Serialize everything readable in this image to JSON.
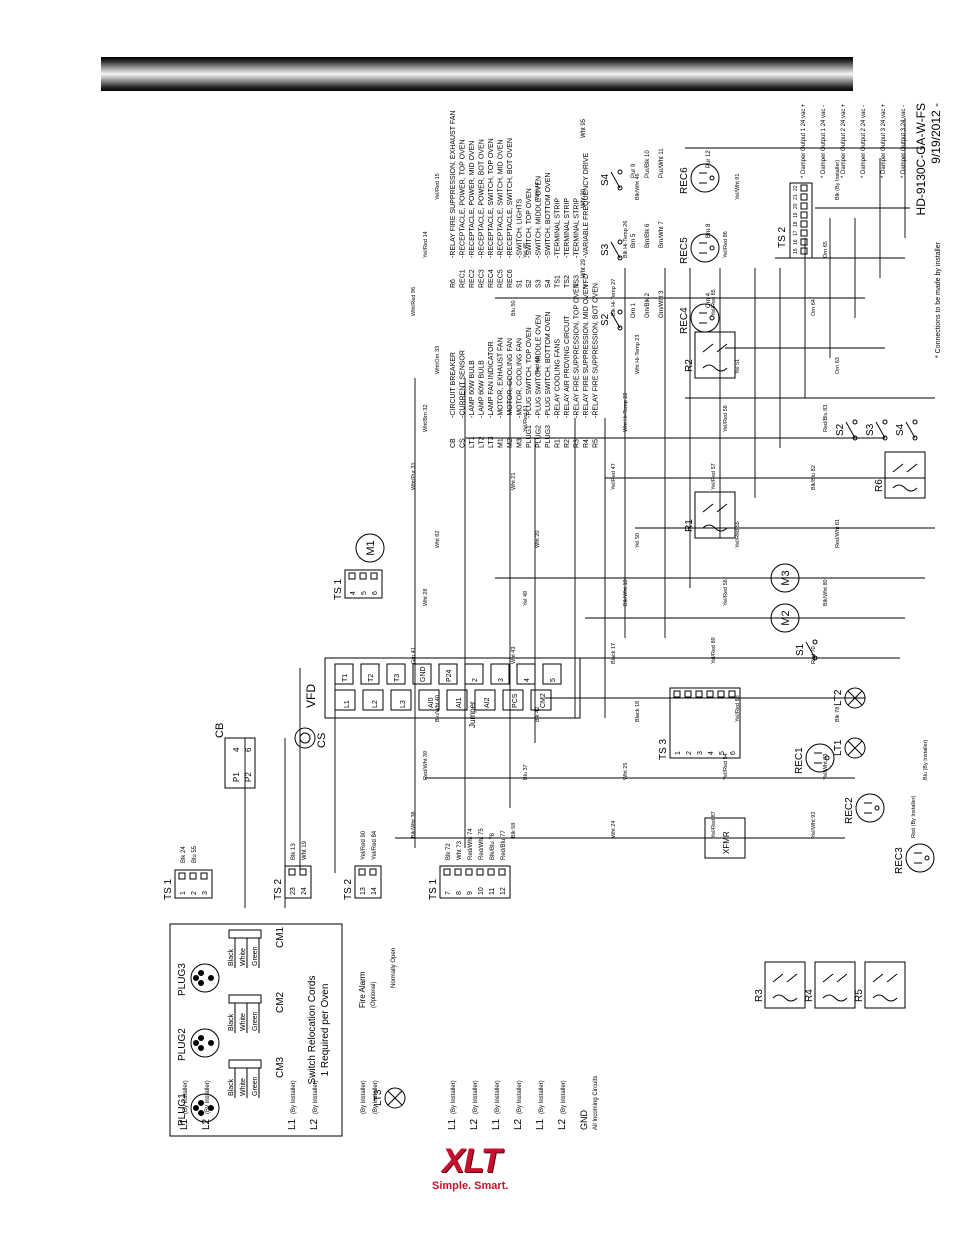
{
  "diagram": {
    "drawing_id": "HD-9130C-GA-W-FS",
    "date": "9/19/2012 -",
    "installer_note": "* Connections to be made by installer",
    "legend_left": [
      [
        "CB",
        "-CIRCUIT BREAKER"
      ],
      [
        "CS",
        "-CURRENT SENSOR"
      ],
      [
        "LT1",
        "-LAMP 60W BULB"
      ],
      [
        "LT2",
        "-LAMP 60W BULB"
      ],
      [
        "LT3",
        "-LAMP FAN INDICATOR"
      ],
      [
        "M1",
        "-MOTOR, EXHAUST FAN"
      ],
      [
        "M2",
        "-MOTOR, COOLING FAN"
      ],
      [
        "M3",
        "-MOTOR, COOLING FAN"
      ],
      [
        "PLUG1",
        "-PLUG SWITCH, TOP OVEN"
      ],
      [
        "PLUG2",
        "-PLUG SWITCH, MIDDLE OVEN"
      ],
      [
        "PLUG3",
        "-PLUG SWITCH, BOTTOM OVEN"
      ],
      [
        "R1",
        "-RELAY COOLING FANS"
      ],
      [
        "R2",
        "-RELAY AIR PROVING CIRCUIT"
      ],
      [
        "R3",
        "-RELAY FIRE SUPPRESSION, TOP OVEN"
      ],
      [
        "R4",
        "-RELAY FIRE SUPPRESSION, MID OVEN"
      ],
      [
        "R5",
        "-RELAY FIRE SUPPRESSION, BOT OVEN"
      ]
    ],
    "legend_right": [
      [
        "R6",
        "-RELAY FIRE SUPPRESSION, EXHAUST FAN"
      ],
      [
        "REC1",
        "-RECEPTACLE, POWER, TOP OVEN"
      ],
      [
        "REC2",
        "-RECEPTACLE, POWER, MID OVEN"
      ],
      [
        "REC3",
        "-RECEPTACLE, POWER, BOT OVEN"
      ],
      [
        "REC4",
        "-RECEPTACLE, SWITCH, TOP OVEN"
      ],
      [
        "REC5",
        "-RECEPTACLE, SWITCH, MID OVEN"
      ],
      [
        "REC6",
        "-RECEPTACLE, SWITCH, BOT OVEN"
      ],
      [
        "S1",
        "-SWITCH, LIGHTS"
      ],
      [
        "S2",
        "-SWITCH, TOP OVEN"
      ],
      [
        "S3",
        "-SWITCH, MIDDLE OVEN"
      ],
      [
        "S4",
        "-SWITCH, BOTTOM OVEN"
      ],
      [
        "TS1",
        "-TERMINAL STRIP"
      ],
      [
        "TS2",
        "-TERMINAL STRIP"
      ],
      [
        "TS3",
        "-TERMINAL STRIP"
      ],
      [
        "VFD",
        "-VARIABLE FREQUENCY DRIVE"
      ]
    ],
    "relocation": {
      "title_line1": "Switch Relocation Cords",
      "title_line2": "1 Required per Oven",
      "plugs": [
        "PLUG1",
        "PLUG2",
        "PLUG3"
      ],
      "cords": [
        "CM3",
        "CM2",
        "CM1"
      ],
      "wire_colors": [
        "Black",
        "White",
        "Green"
      ]
    },
    "ts2_damper": {
      "title": "TS 2",
      "terminals": [
        "15",
        "16",
        "17",
        "18",
        "19",
        "20",
        "21",
        "22"
      ],
      "labels": [
        "* Damper Output 1 24 vac +",
        "* Damper Output 1 24 vac -",
        "* Damper Output 2 24 vac +",
        "* Damper Output 2 24 vac -",
        "* Damper Output 3 24 vac +",
        "* Damper Output 3 24 vac -"
      ]
    },
    "vfd": {
      "title": "VFD",
      "top_terminals": [
        "L1",
        "L2",
        "L3",
        "AI0",
        "AI1",
        "AI2",
        "PCS",
        "CM2"
      ],
      "bottom_terminals": [
        "T1",
        "T2",
        "T3",
        "GND",
        "P24",
        "2",
        "3",
        "4",
        "5"
      ],
      "jumper": "Jumper"
    },
    "ts3": {
      "title": "TS 3",
      "terminals": [
        "1",
        "2",
        "3",
        "4",
        "5",
        "6"
      ]
    },
    "components": {
      "m1": "M1",
      "m2": "M2",
      "m3": "M3",
      "lt1": "LT1",
      "lt2": "LT2",
      "lt3": "LT3",
      "cb": "CB",
      "cs": "CS",
      "r1": "R1",
      "r2": "R2",
      "r3": "R3",
      "r4": "R4",
      "r5": "R5",
      "r6": "R6",
      "s1": "S1",
      "s2": "S2",
      "s3": "S3",
      "s4": "S4",
      "rec1": "REC1",
      "rec2": "REC2",
      "rec3": "REC3",
      "rec4": "REC4",
      "rec5": "REC5",
      "rec6": "REC6",
      "xfmr": "XFMR",
      "ts1": "TS 1",
      "ts2": "TS 2",
      "cb_p1": "P1",
      "cb_p4": "4",
      "cb_p2": "P2",
      "cb_p6": "6"
    },
    "bottom_strips": {
      "ts1_top": {
        "title": "TS 1",
        "terminals": [
          "1",
          "2",
          "3"
        ],
        "wires": [
          "Blk 24",
          "Blu 55"
        ]
      },
      "ts2_mid": {
        "title": "TS 2",
        "terminals": [
          "23",
          "24"
        ],
        "wires": [
          "Blk 13",
          "Wht 19"
        ]
      },
      "ts2_fire": {
        "title": "TS 2",
        "terminals": [
          "13",
          "14"
        ],
        "wires": [
          "Yel/Red 90",
          "Yel/Red 84"
        ],
        "caption1": "Fire Alarm",
        "caption2": "(Optional)",
        "caption3": "Normally Open"
      },
      "ts1_main": {
        "title": "TS 1",
        "terminals": [
          "7",
          "8",
          "9",
          "10",
          "11",
          "12"
        ],
        "wires": [
          "Blk 72",
          "Wht 73",
          "Red/Wht 74",
          "Red/Wht 75",
          "Blk/Blu 76",
          "Red/Blu 77"
        ]
      },
      "line_labels": [
        "L1",
        "L2",
        "L1",
        "L2",
        "L1",
        "L2",
        "L1",
        "L2",
        "L1",
        "L2"
      ],
      "installer": "(By Installer)",
      "gnd": "GND",
      "gnd_caption": "All Incoming Circuits"
    },
    "switch_wires": {
      "s4": [
        "Pur 9",
        "Pur/Blk 10",
        "Pur/Wht 11"
      ],
      "s3": [
        "Brn 5",
        "Brn/Blk 6",
        "Brn/Wht 7"
      ],
      "s2": [
        "Orn 1",
        "Orn/Blk 2",
        "Orn/Wht 3"
      ],
      "rec6": "Pur 12",
      "rec5": "Brn 8",
      "rec4": "Orn 4",
      "wht_side": [
        "Wht 95",
        "Wht 30",
        "Wht 29"
      ]
    },
    "wire_labels": [
      "Blk/Wht 38",
      "Red/Wht 39",
      "Blu/Wht 40",
      "Grn 41",
      "Wht 28",
      "Wht 62",
      "Wht/Pur 31",
      "Wht/Brn 32",
      "Wht/Orn 33",
      "Wht/Red 96",
      "Yel/Red 14",
      "Yel/Red 15",
      "Blk 58",
      "Blu 37",
      "Blk 42",
      "Wht 43",
      "Yel 49",
      "Wht 20",
      "Wht 21",
      "Yel/Red 61",
      "Red 45",
      "Blu 50",
      "Yel 48",
      "Wht 44",
      "Wht 24",
      "Wht 25",
      "Black 18",
      "Black 17",
      "Blk/Wht 10",
      "Yel 50",
      "Yel/Red 47",
      "Wht Hi-Temp 22",
      "Wht Hi-Temp 23",
      "Blk Hi-Temp 27",
      "Blk Hi-Temp 26",
      "Blk/Wht 46",
      "Yel/Red 87",
      "Yel/Red 54",
      "Yel/Red 88",
      "Yel/Red 89",
      "Yel/Red 56",
      "Yel/Red 55",
      "Yel/Red 57",
      "Yel/Red 58",
      "Yel 51",
      "Yel/Red 85",
      "Yel/Red 86",
      "Yel/Wht 91",
      "Yel/Wht 92",
      "Yel/Wht 93",
      "Blk 78",
      "Red 70",
      "Blk/Wht 80",
      "Red/Wht 81",
      "Blk/Blu 82",
      "Red/Blu 83",
      "Orn 63",
      "Orn 64",
      "Orn 65",
      "Blk (By Installer)",
      "Red (By Installer)",
      "Blu (By Installer)"
    ]
  },
  "logo": {
    "word": "XLT",
    "tagline": "Simple. Smart."
  }
}
